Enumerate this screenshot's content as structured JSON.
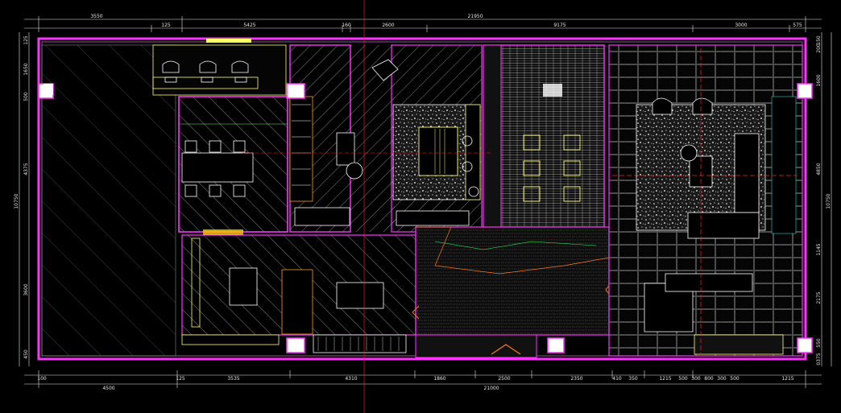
{
  "colors": {
    "background": "#000000",
    "wall": "#ff33ff",
    "dimension": "#e6e6e6",
    "furniture": "#ffff66",
    "hatch": "#c8c8c8",
    "stone": "#ffffff",
    "accent_red": "#ff2020",
    "accent_orange": "#ff7a1a",
    "accent_green": "#33ff66",
    "accent_cyan": "#33cccc"
  },
  "dimensions": {
    "top_left_total": "3550",
    "top_total": "21950",
    "top_segments": [
      "125",
      "5425",
      "160",
      "2600",
      "9175",
      "3000",
      "575"
    ],
    "bottom_left_total": "4500",
    "bottom_total": "21000",
    "bottom_segments": [
      "100",
      "125",
      "3535",
      "4310",
      "1860",
      "2500",
      "2350",
      "410",
      "350",
      "1215",
      "500",
      "300",
      "800",
      "300",
      "500",
      "1215"
    ],
    "left_segments": [
      "125",
      "1650",
      "500",
      "4375",
      "3600",
      "450"
    ],
    "left_total": "10750",
    "right_segments": [
      "150",
      "200",
      "1600",
      "4850",
      "1145",
      "2175",
      "550",
      "0375"
    ],
    "right_total": "10750"
  }
}
